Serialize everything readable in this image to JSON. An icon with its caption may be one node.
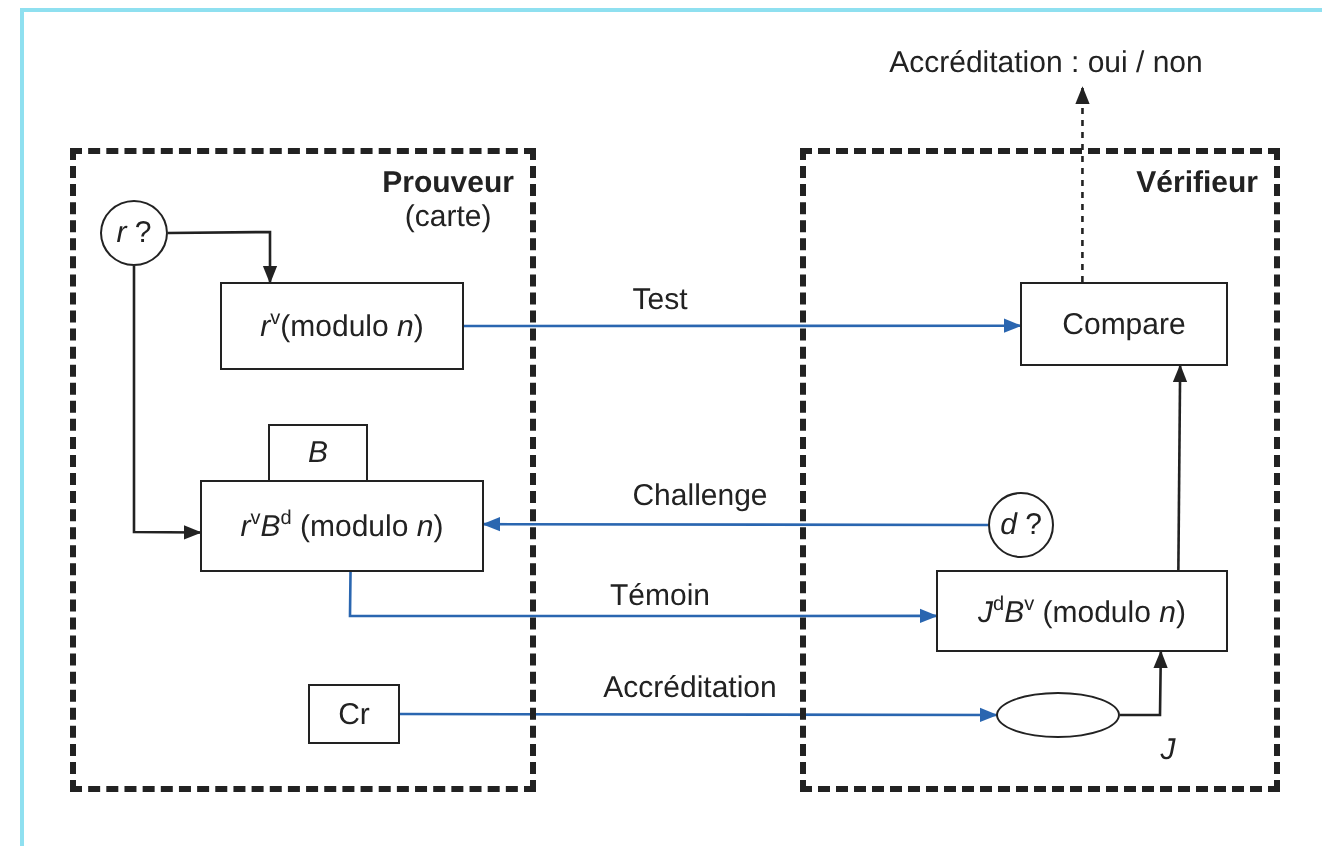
{
  "diagram": {
    "nodes": [
      {
        "text": [
          "Prouveur",
          "(carte)"
        ]
      },
      {
        "text": [
          "Vérifieur"
        ]
      },
      {
        "text": [
          "*r* ?"
        ],
        "in": 0
      },
      {
        "text": [
          "*r*$^{v}$(modulo *n*)"
        ],
        "in": 0
      },
      {
        "text": [
          "*B*"
        ],
        "in": 0
      },
      {
        "text": [
          "*r*$^{v}$*B*$^{d}$ (modulo *n*)"
        ],
        "in": 0
      },
      {
        "text": [
          "Cr"
        ],
        "in": 0
      },
      {
        "text": [
          "Compare"
        ],
        "in": 1
      },
      {
        "text": [
          "*d* ?"
        ],
        "in": 1
      },
      {
        "text": [
          "*J*$^{d}$*B*$^{v}$ (modulo *n*)"
        ],
        "in": 1
      },
      {
        "text": [],
        "shape": "ellipse",
        "in": 1
      },
      {
        "text": [
          "Accréditation : oui / non"
        ]
      }
    ],
    "edges": [
      {
        "from": 2,
        "to": 3,
        "arrow": "to"
      },
      {
        "from": 2,
        "to": 5,
        "arrow": "to"
      },
      {
        "from": 3,
        "to": 7,
        "arrow": "to",
        "label": "Test",
        "color": "#2a66b0"
      },
      {
        "from": 8,
        "to": 5,
        "arrow": "to",
        "label": "Challenge",
        "color": "#2a66b0"
      },
      {
        "from": 5,
        "to": 9,
        "arrow": "to",
        "label": "Témoin",
        "color": "#2a66b0"
      },
      {
        "from": 6,
        "to": 10,
        "arrow": "to",
        "label": "Accréditation",
        "color": "#2a66b0"
      },
      {
        "from": 10,
        "to": 9,
        "arrow": "to",
        "label": "*J*"
      },
      {
        "from": 9,
        "to": 7,
        "arrow": "to"
      },
      {
        "from": 7,
        "to": 11,
        "arrow": "to",
        "style": "dashed"
      }
    ]
  }
}
